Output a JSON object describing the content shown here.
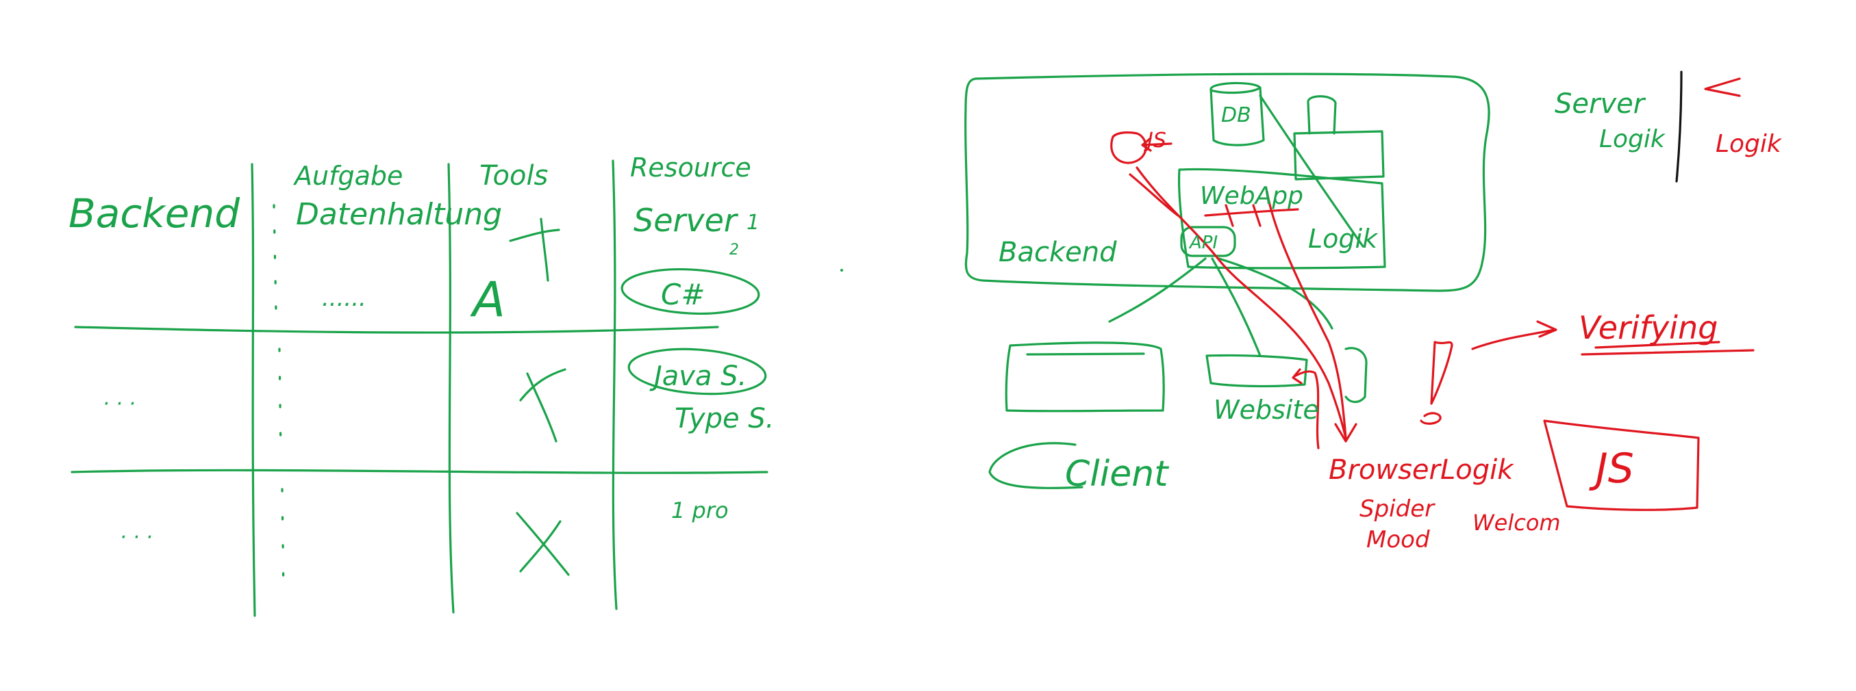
{
  "colors": {
    "green_ink": "#1aa34a",
    "red_ink": "#e0161f",
    "black_ink": "#111111",
    "background": "#ffffff"
  },
  "table": {
    "headers": {
      "col1": "Backend",
      "col2": "Aufgabe",
      "col3": "Tools",
      "col4": "Resource"
    },
    "row1": {
      "task": "Datenhaltung",
      "dots": "......",
      "tool_mark": "A",
      "res_line1": "Server",
      "res_num1": "1",
      "res_num2": "2",
      "res_circled": "C#"
    },
    "row2": {
      "label": "· · ·",
      "res_circled": "Java S.",
      "res_extra": "Type S."
    },
    "row3": {
      "label": "· · ·",
      "res": "1 pro"
    }
  },
  "architecture": {
    "backend_label": "Backend",
    "db": "DB",
    "js_label": "JS",
    "webapp": "WebApp",
    "api": "API",
    "logic": "Logik",
    "client": "Client",
    "website": "Website",
    "browser_logic": "BrowserLogik",
    "spider": "Spider",
    "mood": "Mood",
    "welcome": "Welcom",
    "verifying": "Verifying",
    "js_box": "JS",
    "server_logic_l1": "Server",
    "server_logic_l2": "Logik",
    "client_logic": "Logik"
  }
}
